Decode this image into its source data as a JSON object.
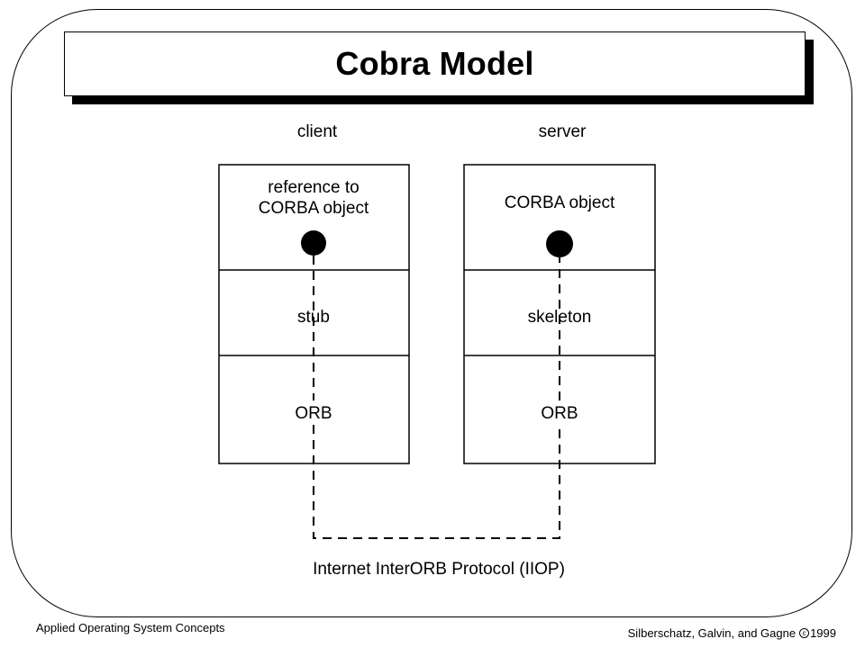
{
  "title": "Cobra Model",
  "client": {
    "heading": "client",
    "reference_line1": "reference to",
    "reference_line2": "CORBA object",
    "stub": "stub",
    "orb": "ORB"
  },
  "server": {
    "heading": "server",
    "object": "CORBA object",
    "skeleton": "skeleton",
    "orb": "ORB"
  },
  "protocol_label": "Internet InterORB Protocol (IIOP)",
  "footer": {
    "left": "Applied Operating System Concepts",
    "right": "Silberschatz, Galvin, and Gagne",
    "copyright_symbol": "c",
    "year": "1999"
  }
}
